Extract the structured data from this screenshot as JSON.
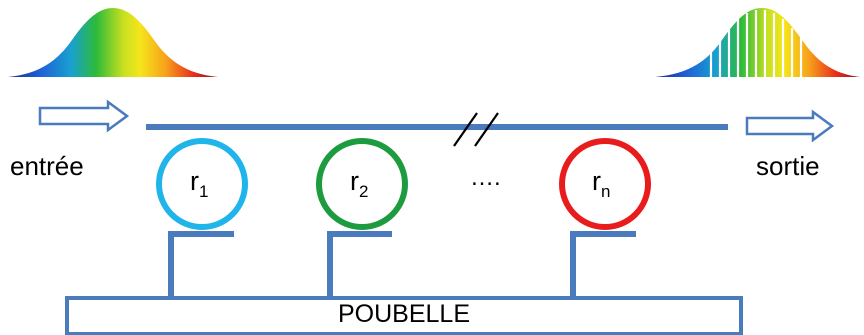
{
  "labels": {
    "input": "entrée",
    "output": "sortie",
    "ellipsis": "….",
    "trash": "POUBELLE"
  },
  "rings": [
    {
      "letter": "r",
      "index": "1",
      "color": "#1fb4ea"
    },
    {
      "letter": "r",
      "index": "2",
      "color": "#1d9b3f"
    },
    {
      "letter": "r",
      "index": "n",
      "color": "#e81c1c"
    }
  ],
  "colors": {
    "bus": "#4a7bbd",
    "arrow": "#4a7bbd",
    "break_mark": "#000000"
  },
  "spectra": {
    "input": "continuous-gaussian-rainbow",
    "output": "gaussian-rainbow-with-notches"
  }
}
